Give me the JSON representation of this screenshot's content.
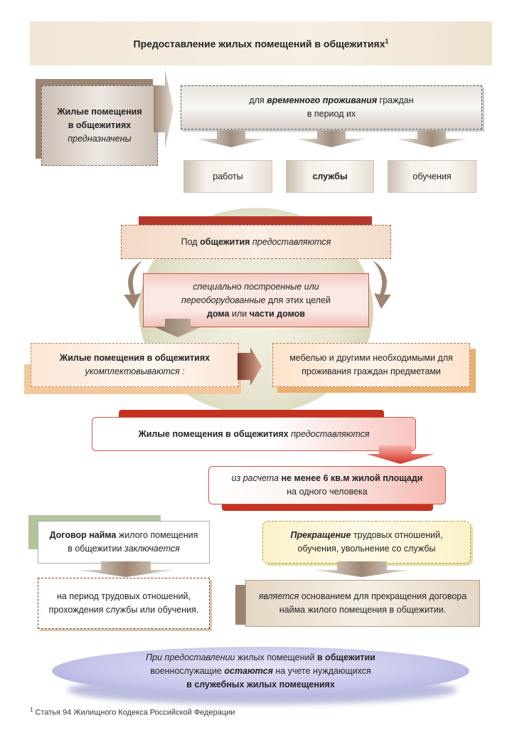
{
  "title": {
    "text": "Предоставление жилых помещений в общежитиях",
    "sup": "1"
  },
  "block_premises": {
    "line1": "Жилые помещения",
    "line2": "в общежитиях",
    "line3": "предназначены"
  },
  "block_temporary": {
    "pre": "для",
    "bold_italic": "временного проживания",
    "post": "граждан",
    "line2": "в период их"
  },
  "periods": [
    "работы",
    "службы",
    "обучения"
  ],
  "block_provided": {
    "pre": "Под",
    "bold": "общежития",
    "italic": "предоставляются"
  },
  "block_houses": {
    "line1": "специально построенные или",
    "line2_italic": "переоборудованные",
    "line2_rest": "для этих целей",
    "line3_b1": "дома",
    "line3_mid": "или",
    "line3_b2": "части домов"
  },
  "block_equipped": {
    "line1": "Жилые помещения в общежитиях",
    "line2": "укомплектовываются :"
  },
  "block_furniture": {
    "line1": "мебелью и другими необходимыми для",
    "line2": "проживания граждан предметами"
  },
  "block_provided2": {
    "bold": "Жилые помещения в общежитиях",
    "italic": "предоставляются"
  },
  "block_area": {
    "italic": "из расчета",
    "bold": "не менее 6 кв.м жилой площади",
    "line2": "на одного человека"
  },
  "block_contract": {
    "bold": "Договор найма",
    "rest": "жилого помещения",
    "line2_pre": "в общежитии",
    "line2_italic": "заключается"
  },
  "block_termination": {
    "bold_italic": "Прекращение",
    "rest": "трудовых отношений,",
    "line2": "обучения, увольнение со службы"
  },
  "block_period": {
    "line1": "на период трудовых отношений,",
    "line2": "прохождения службы или обучения."
  },
  "block_basis": {
    "italic": "является",
    "rest": "основанием для прекращения договора",
    "line2": "найма жилого помещения в общежитии."
  },
  "block_military": {
    "line1_italic": "При предоставлении",
    "line1_mid": "жилых помещений",
    "line1_bold": "в общежитии",
    "line2_pre": "военнослужащие",
    "line2_bi": "остаются",
    "line2_post": "на учете нуждающихся",
    "line3_bold": "в служебных жилых помещениях"
  },
  "footnote": {
    "sup": "1",
    "text": "Статья 94 Жилищного Кодекса Российской Федерации"
  },
  "colors": {
    "accent_red": "#c5321f",
    "brown": "#9c8573",
    "orange": "#eab070",
    "lavender": "#c8c7eb"
  }
}
